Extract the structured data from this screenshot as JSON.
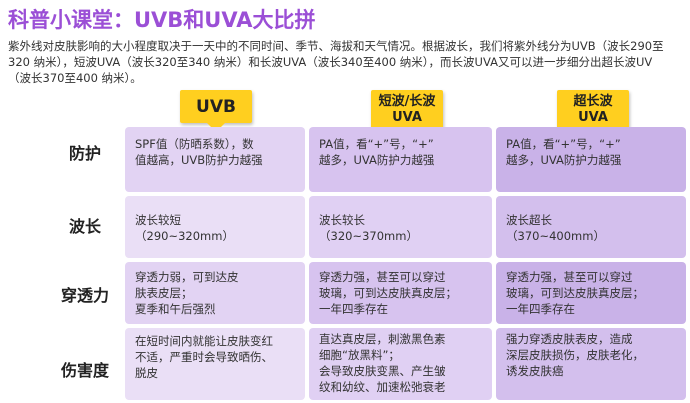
{
  "title": "科普小课堂：UVB和UVA大比拼",
  "intro": [
    "紫外线对皮肤影响的大小程度取决于一天中的不同时间、季节、海拔和天气情况。根据波长，我们将紫外线分为UVB（波长290至",
    "320 纳米），短波UVA（波长320至340 纳米）和长波UVA（波长340至400 纳米），而长波UVA又可以进一步细分出超长波UV",
    "（波长370至400 纳米）。"
  ],
  "columns": [
    {
      "line1": "UVB",
      "line2": ""
    },
    {
      "line1": "短波/长波",
      "line2": "UVA"
    },
    {
      "line1": "超长波",
      "line2": "UVA"
    }
  ],
  "rows": [
    {
      "label": "防护",
      "cells": [
        [
          "SPF值（防晒系数），数",
          "值越高，UVB防护力越强"
        ],
        [
          "PA值，看“+”号，“+”",
          "越多，UVA防护力越强"
        ],
        [
          "PA值，看“+”号，“+”",
          "越多，UVA防护力越强"
        ]
      ]
    },
    {
      "label": "波长",
      "cells": [
        [
          "波长较短",
          "（290~320mm）"
        ],
        [
          "波长较长",
          "（320~370mm）"
        ],
        [
          "波长超长",
          "（370~400mm）"
        ]
      ]
    },
    {
      "label": "穿透力",
      "cells": [
        [
          "穿透力弱，可到达皮",
          "肤表皮层；",
          "夏季和午后强烈"
        ],
        [
          "穿透力强，甚至可以穿过",
          "玻璃，可到达皮肤真皮层；",
          "一年四季存在"
        ],
        [
          "穿透力强，甚至可以穿过",
          "玻璃，可到达皮肤真皮层；",
          "一年四季存在"
        ]
      ]
    },
    {
      "label": "伤害度",
      "cells": [
        [
          "在短时间内就能让皮肤变红",
          "不适，严重时会导致晒伤、",
          "脱皮"
        ],
        [
          "直达真皮层，刺激黑色素",
          "细胞“放黑料”；",
          "会导致皮肤变黑、产生皱",
          "纹和幼纹、加速松弛衰老"
        ],
        [
          "强力穿透皮肤表皮，造成",
          "深层皮肤损伤，皮肤老化，",
          "诱发皮肤癌"
        ]
      ]
    }
  ]
}
